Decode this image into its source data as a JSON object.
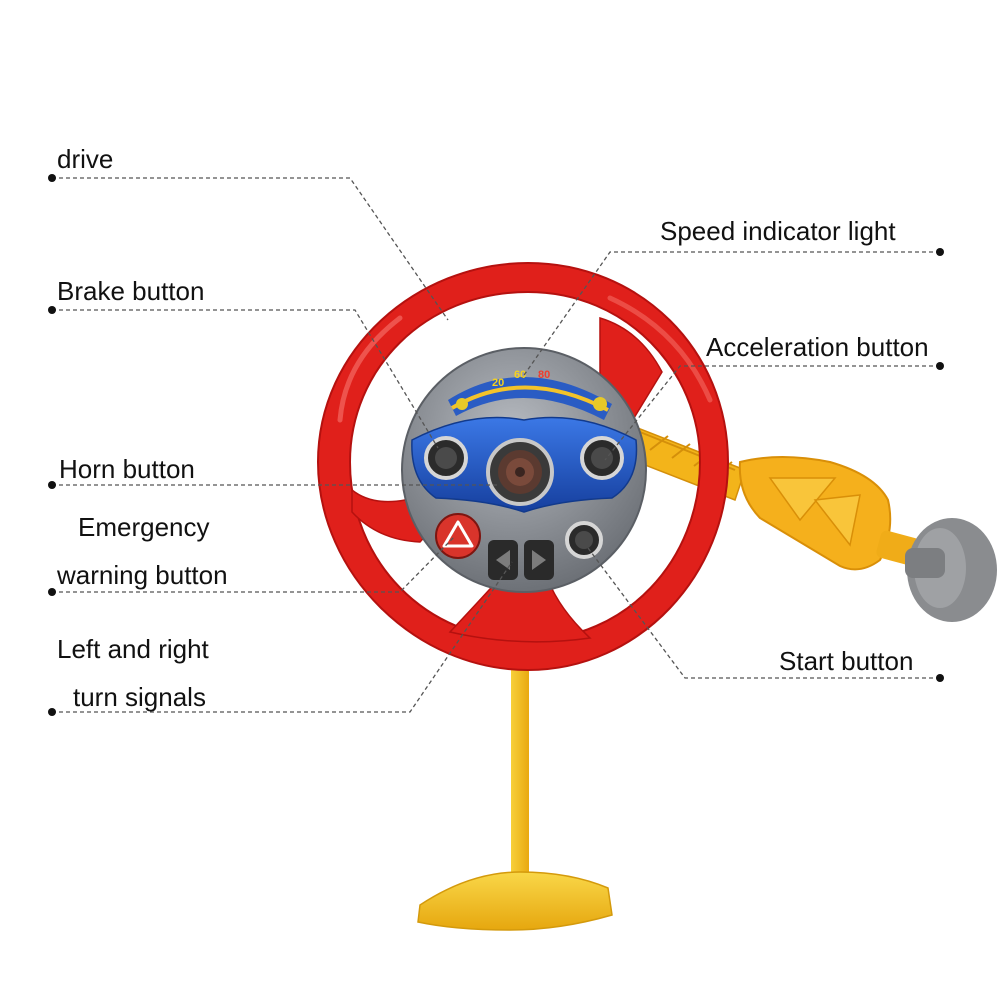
{
  "labels": {
    "drive": "drive",
    "brake": "Brake button",
    "horn": "Horn button",
    "emergency_line1": "Emergency",
    "emergency_line2": "warning button",
    "turn_line1": "Left and right",
    "turn_line2": "turn signals",
    "speed": "Speed indicator light",
    "acceleration": "Acceleration button",
    "start": "Start button"
  },
  "dial_numbers": [
    "20",
    "60",
    "80"
  ],
  "colors": {
    "wheel_red": "#e0201b",
    "wheel_dark_red": "#b5110f",
    "hub_gray": "#8c9096",
    "hub_blue": "#1f59c9",
    "hazard_red": "#d9342b",
    "stand_yellow": "#f4c21f",
    "arm_orange": "#f1a81b",
    "suction_gray": "#8a8c8f",
    "leader_line": "#555555"
  },
  "icons": [
    "hazard-triangle-icon",
    "left-arrow-icon",
    "right-arrow-icon",
    "horn-grille-icon"
  ]
}
